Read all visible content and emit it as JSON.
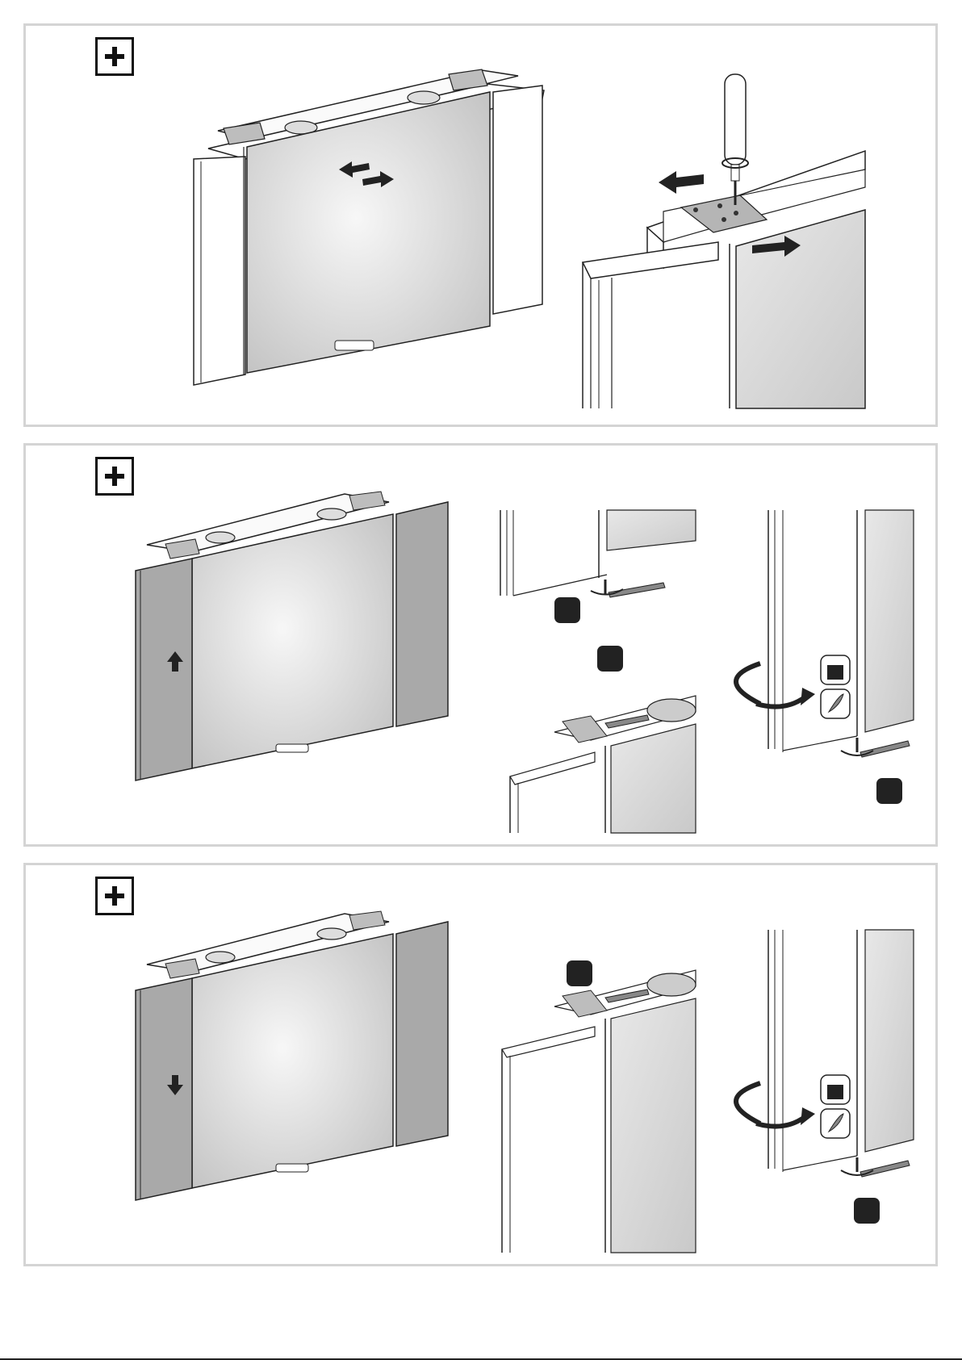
{
  "document": {
    "steps": [
      {
        "marker": "plus",
        "illustrations": [
          "cabinet-front-view",
          "hinge-screw-detail"
        ]
      },
      {
        "marker": "plus",
        "illustrations": [
          "cabinet-door-up",
          "hex-key-detail-a",
          "hex-key-detail-b",
          "hinge-tension-heavy-light"
        ]
      },
      {
        "marker": "plus",
        "illustrations": [
          "cabinet-door-down",
          "hex-key-detail-c",
          "hinge-tension-heavy-light-2"
        ]
      }
    ],
    "colors": {
      "panel_border": "#d4d4d4",
      "glass_light": "#f6f6f6",
      "glass_dark": "#c8c8c8",
      "door_gray": "#a9a9a9",
      "ink": "#111111"
    },
    "icons": [
      "plus-icon",
      "screwdriver-icon",
      "hex-key-icon",
      "rotate-arrow-icon",
      "weight-icon",
      "feather-icon",
      "move-arrow-icon"
    ]
  }
}
